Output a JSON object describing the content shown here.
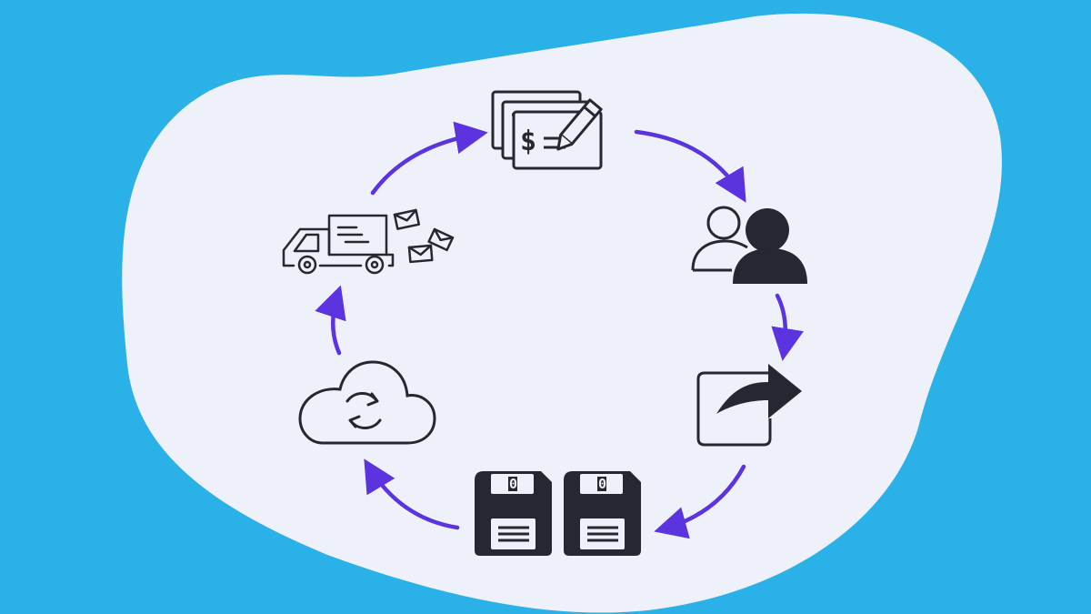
{
  "colors": {
    "background": "#29b1e8",
    "blob": "#eef1f9",
    "arrow": "#5b34e0",
    "icon_stroke": "#262730",
    "icon_fill": "#262730"
  },
  "nodes": [
    {
      "id": "cheques",
      "icon": "cheques-pen-icon",
      "text": "$"
    },
    {
      "id": "users",
      "icon": "users-icon"
    },
    {
      "id": "share",
      "icon": "share-icon"
    },
    {
      "id": "save",
      "icon": "floppy-disks-icon",
      "labels": [
        "0",
        "0"
      ]
    },
    {
      "id": "cloud",
      "icon": "cloud-sync-icon"
    },
    {
      "id": "mail-truck",
      "icon": "mail-truck-icon"
    }
  ],
  "cycle": {
    "direction": "clockwise",
    "edges": [
      [
        "cheques",
        "users"
      ],
      [
        "users",
        "share"
      ],
      [
        "share",
        "save"
      ],
      [
        "save",
        "cloud"
      ],
      [
        "cloud",
        "mail-truck"
      ],
      [
        "mail-truck",
        "cheques"
      ]
    ]
  }
}
